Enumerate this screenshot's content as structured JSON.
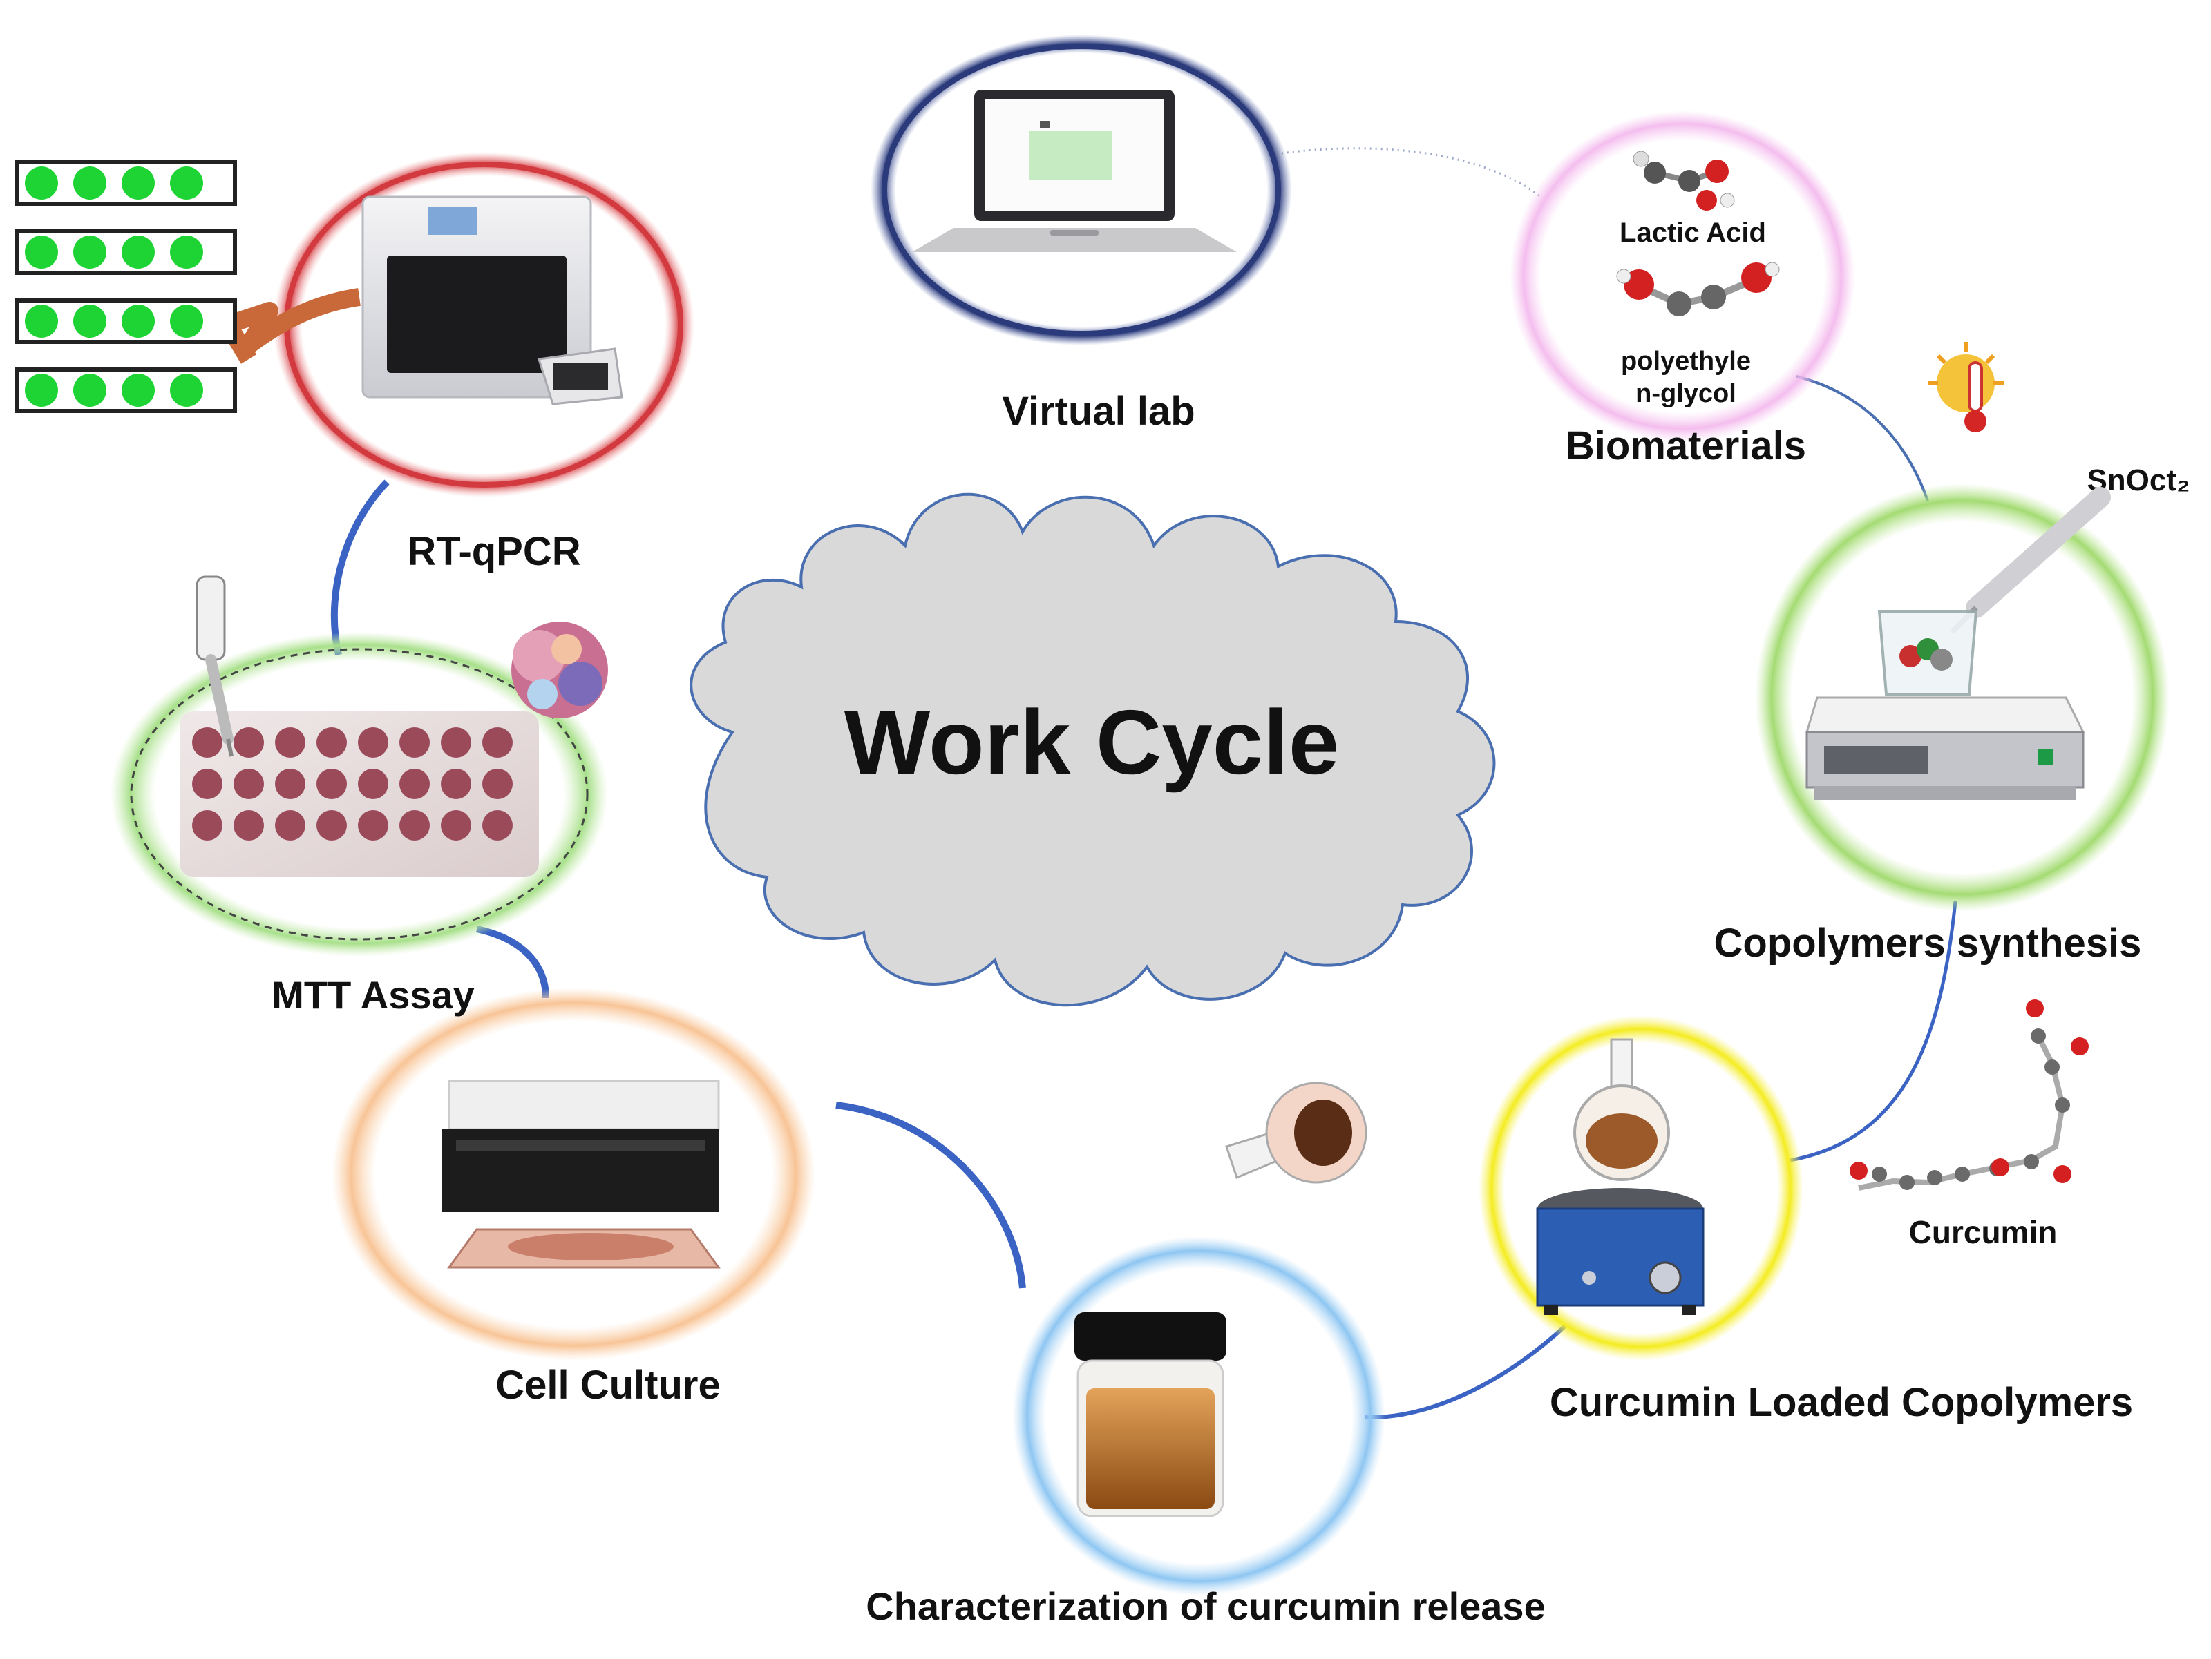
{
  "diagram": {
    "center": {
      "title": "Work Cycle"
    },
    "stages": {
      "virtual_lab": {
        "label": "Virtual lab",
        "ring_color": "#2b3a7a"
      },
      "biomaterials": {
        "label": "Biomaterials",
        "ring_color": "#f2b3ee",
        "lactic_acid": "Lactic Acid",
        "peg_line1": "polyethyle",
        "peg_line2": "n-glycol"
      },
      "copolymers_synthesis": {
        "label": "Copolymers synthesis",
        "ring_color": "#a4dd74",
        "catalyst": "SnOct₂"
      },
      "curcumin_loaded": {
        "label": "Curcumin Loaded Copolymers",
        "ring_color": "#f6ef2a",
        "curcumin": "Curcumin"
      },
      "release": {
        "label": "Characterization of curcumin release",
        "ring_color": "#8ec6f2"
      },
      "cell_culture": {
        "label": "Cell Culture",
        "ring_color": "#f8c496"
      },
      "mtt": {
        "label": "MTT Assay",
        "ring_color": "#a7e08a"
      },
      "rtqpcr": {
        "label": "RT-qPCR",
        "ring_color": "#d23a3f"
      }
    },
    "connector_color": "#3b63c4",
    "cloud_fill": "#d9d9d9",
    "cloud_stroke": "#4a6fb0"
  }
}
